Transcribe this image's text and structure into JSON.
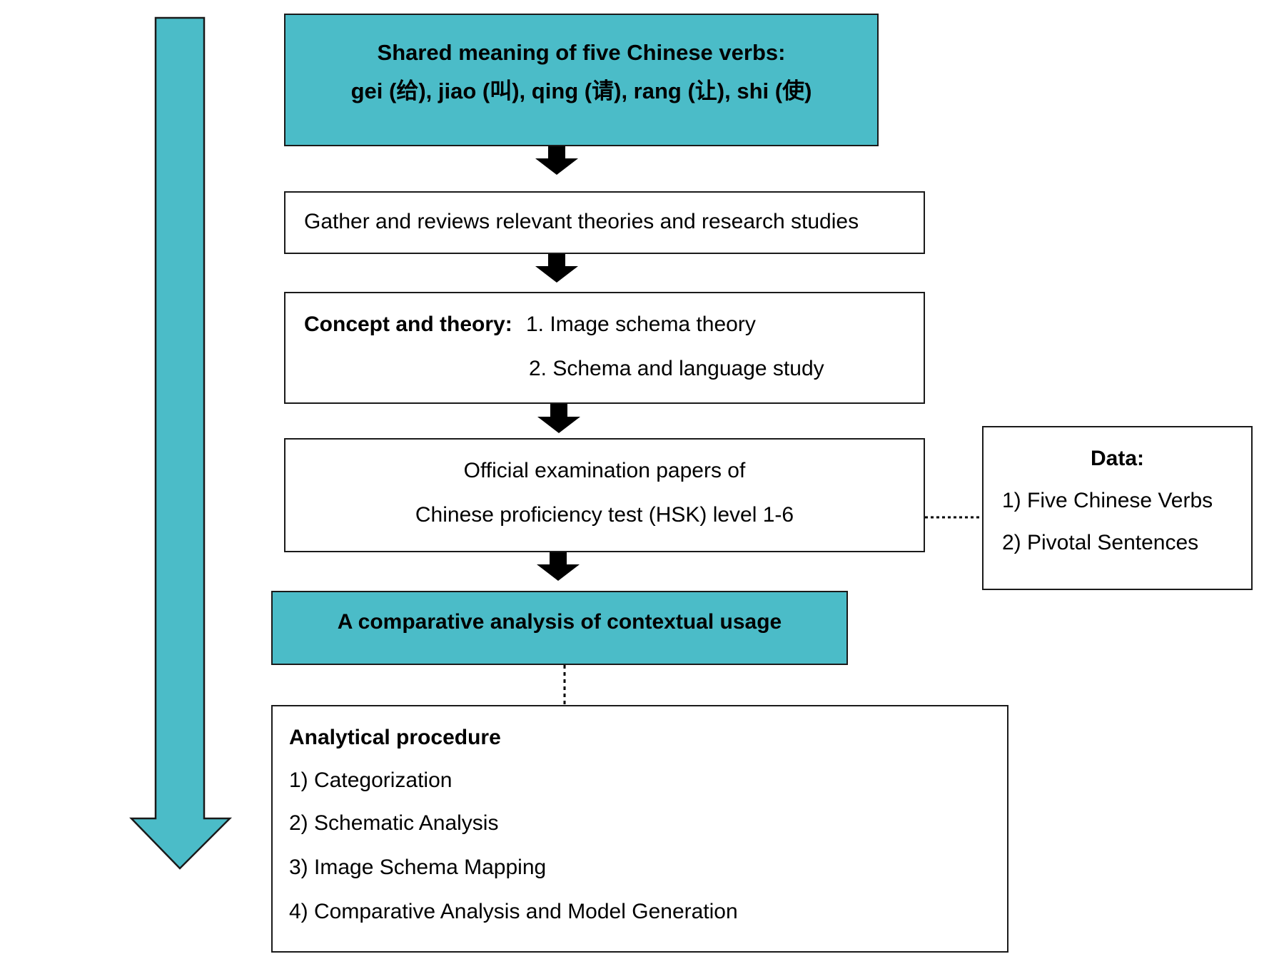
{
  "diagram": {
    "top_box": {
      "line1": "Shared meaning of five Chinese verbs:",
      "line2": "gei (给), jiao (叫), qing (请), rang (让), shi (使)"
    },
    "gather_box": {
      "text": "Gather and reviews relevant theories and research studies"
    },
    "concept_box": {
      "label": "Concept and theory:",
      "item1": "1. Image schema theory",
      "item2": "2. Schema and language study"
    },
    "exam_box": {
      "line1": "Official examination papers of",
      "line2": "Chinese proficiency test (HSK) level 1-6"
    },
    "data_box": {
      "title": "Data:",
      "item1": "1) Five Chinese Verbs",
      "item2": "2) Pivotal Sentences"
    },
    "comparative_box": {
      "text": "A comparative analysis of contextual usage"
    },
    "procedure_box": {
      "title": "Analytical procedure",
      "items": [
        "1) Categorization",
        "2) Schematic Analysis",
        "3) Image Schema Mapping",
        "4) Comparative Analysis and Model Generation"
      ]
    },
    "colors": {
      "teal": "#4bbcc8",
      "border": "#1a1a1a",
      "arrow": "#000000"
    }
  }
}
